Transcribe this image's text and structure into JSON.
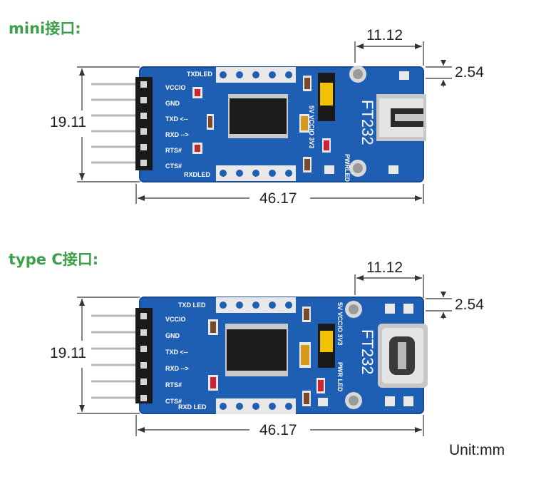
{
  "sections": [
    {
      "title": "mini接口:",
      "dims": {
        "width": "46.17",
        "height": "19.11",
        "connector": "11.12",
        "pitch": "2.54"
      },
      "board": {
        "name": "FT232",
        "tx_led": "TXDLED",
        "rx_led": "RXDLED",
        "pins": [
          "VCCIO",
          "GND",
          "TXD <--",
          "RXD -->",
          "RTS#",
          "CTS#"
        ],
        "jumper": "5V VCCIO 3V3",
        "pwr_led": "PWRLED",
        "connector_type": "mini-usb"
      }
    },
    {
      "title": "type C接口:",
      "dims": {
        "width": "46.17",
        "height": "19.11",
        "connector": "11.12",
        "pitch": "2.54"
      },
      "board": {
        "name": "FT232",
        "tx_led": "TXD LED",
        "rx_led": "RXD LED",
        "pins": [
          "VCCIO",
          "GND",
          "TXD <--",
          "RXD -->",
          "RTS#",
          "CTS#"
        ],
        "jumper": "5V VCCIO 3V3",
        "pwr_led": "PWR LED",
        "connector_type": "usb-c"
      }
    }
  ],
  "unit_label": "Unit:mm",
  "colors": {
    "pcb": "#1e5fb4",
    "pcb_dark": "#174a8e",
    "title_green": "#3aa04a",
    "jumper": "#f2c200",
    "chip": "#1c1c1c"
  }
}
